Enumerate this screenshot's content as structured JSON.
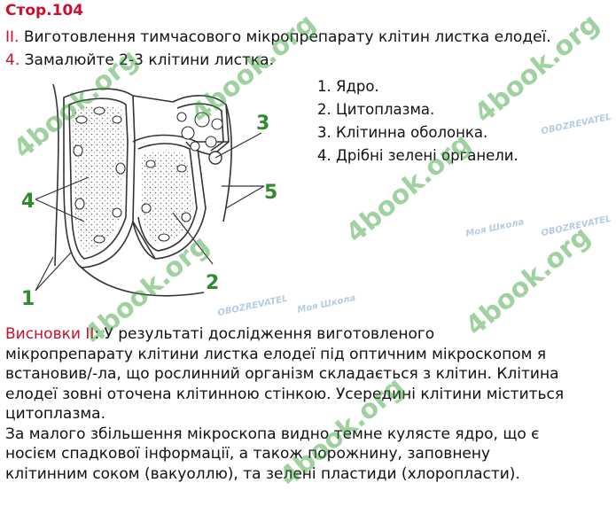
{
  "header": {
    "page": "Стор.104"
  },
  "section": {
    "marker": "ІІ.",
    "text": " Виготовлення тимчасового мікропрепарату клітин листка елодеї."
  },
  "task": {
    "marker": "4.",
    "text": " Замалюйте 2-3 клітини листка."
  },
  "legend": [
    "1. Ядро.",
    "2. Цитоплазма.",
    "3. Клітинна оболонка.",
    "4. Дрібні зелені органели."
  ],
  "figure_labels": {
    "l1": "1",
    "l2": "2",
    "l3": "3",
    "l4": "4",
    "l5": "5"
  },
  "conclusion": {
    "heading": "Висновки ІІ",
    "lines": [
      ": У результаті дослідження виготовленого",
      "мікропрепарату клітини листка елодеї під оптичним мікроскопом я",
      "встановив/-ла, що рослинний організм складається з клітин. Клітина",
      "елодеї зовні оточена клітинною стінкою. Усередині клітини міститься",
      "цитоплазма.",
      "За малого збільшення мікроскопа видно темне кулясте ядро, що є",
      "носієм спадкової інформації, а також порожнину, заповнену",
      "клітинним соком (вакуоллю), та зелені пластиди (хлоропласти)."
    ]
  },
  "watermarks": {
    "site": "4book.org",
    "school": "Моя Школа",
    "brand": "OBOZREVATEL"
  },
  "colors": {
    "accent_red": "#c8102e",
    "label_green": "#2e8b2e",
    "watermark_green": "#2f9a2f"
  }
}
